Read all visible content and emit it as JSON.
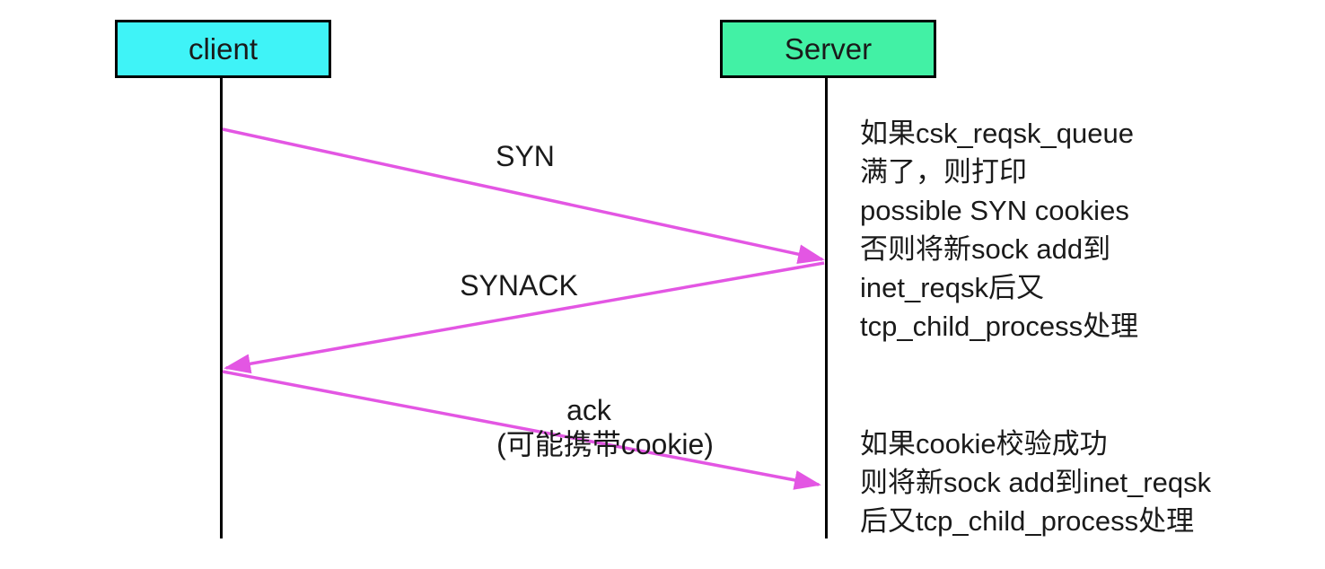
{
  "colors": {
    "background": "#ffffff",
    "client_fill": "#3ff3f7",
    "server_fill": "#42f1a5",
    "box_border": "#000000",
    "lifeline": "#000000",
    "arrow": "#e356e3",
    "text": "#1a1a1a"
  },
  "actors": [
    {
      "label": "client"
    },
    {
      "label": "Server"
    }
  ],
  "messages": [
    {
      "label": "SYN",
      "from": "client",
      "to": "server"
    },
    {
      "label": "SYNACK",
      "from": "server",
      "to": "client"
    },
    {
      "label": "ack",
      "note": "(可能携带cookie)",
      "from": "client",
      "to": "server"
    }
  ],
  "annotations": [
    {
      "attached_to": "server",
      "lines": [
        "如果csk_reqsk_queue",
        "满了，则打印",
        "possible SYN cookies",
        "否则将新sock add到",
        "inet_reqsk后又",
        "tcp_child_process处理"
      ]
    },
    {
      "attached_to": "server",
      "lines": [
        "如果cookie校验成功",
        "则将新sock add到inet_reqsk",
        "后又tcp_child_process处理"
      ]
    }
  ]
}
